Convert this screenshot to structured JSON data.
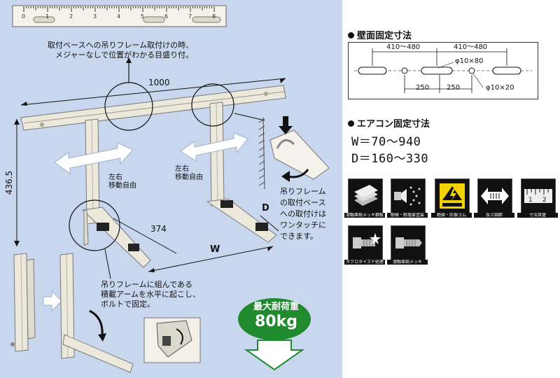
{
  "ruler": {
    "numbers": [
      "0",
      "1",
      "2",
      "3",
      "4",
      "5",
      "6",
      "7",
      "8"
    ]
  },
  "callouts": {
    "scale_note_line1": "取付ベースへの吊りフレーム取付けの時、",
    "scale_note_line2": "メジャーなしで位置がわかる目盛り付。",
    "move_left_1": "左右",
    "move_left_2": "移動自由",
    "move_right_1": "左右",
    "move_right_2": "移動自由",
    "one_touch": [
      "吊りフレーム",
      "の取付ベース",
      "への取付けは",
      "ワンタッチに",
      "できます。"
    ],
    "arm_note": [
      "吊りフレームに組んである",
      "積載アームを水平に起こし、",
      "ボルトで固定。"
    ]
  },
  "dimensions": {
    "width_1000": "1000",
    "height_4365": "436.5",
    "depth_374": "374",
    "label_d": "D",
    "label_w": "W"
  },
  "max_load": {
    "label": "最大耐荷重",
    "value": "80kg"
  },
  "wall_fix": {
    "heading": "壁面固定寸法",
    "dim_a": "410～480",
    "dim_b": "410～480",
    "hole_a": "φ10×80",
    "dim_c": "250",
    "dim_d": "250",
    "hole_b": "φ10×20"
  },
  "aircon_fix": {
    "heading": "エアコン固定寸法",
    "w_range": "W＝70～940",
    "d_range": "D＝160～330"
  },
  "features": [
    {
      "caption": "溶融亜鉛メッキ鋼板"
    },
    {
      "caption": "耐候・耐塩害塗装"
    },
    {
      "caption": "絶縁・防振ゴム"
    },
    {
      "caption": "長さ調節"
    },
    {
      "caption": "寸法目盛"
    },
    {
      "caption": "ダクロタイズド処理"
    },
    {
      "caption": "溶融亜鉛メッキ"
    }
  ],
  "colors": {
    "panel_bg": "#c9d7ee",
    "frame": "#ece8dc",
    "load_badge": "#1f8a2e",
    "arrow_fill": "#ffffff"
  }
}
